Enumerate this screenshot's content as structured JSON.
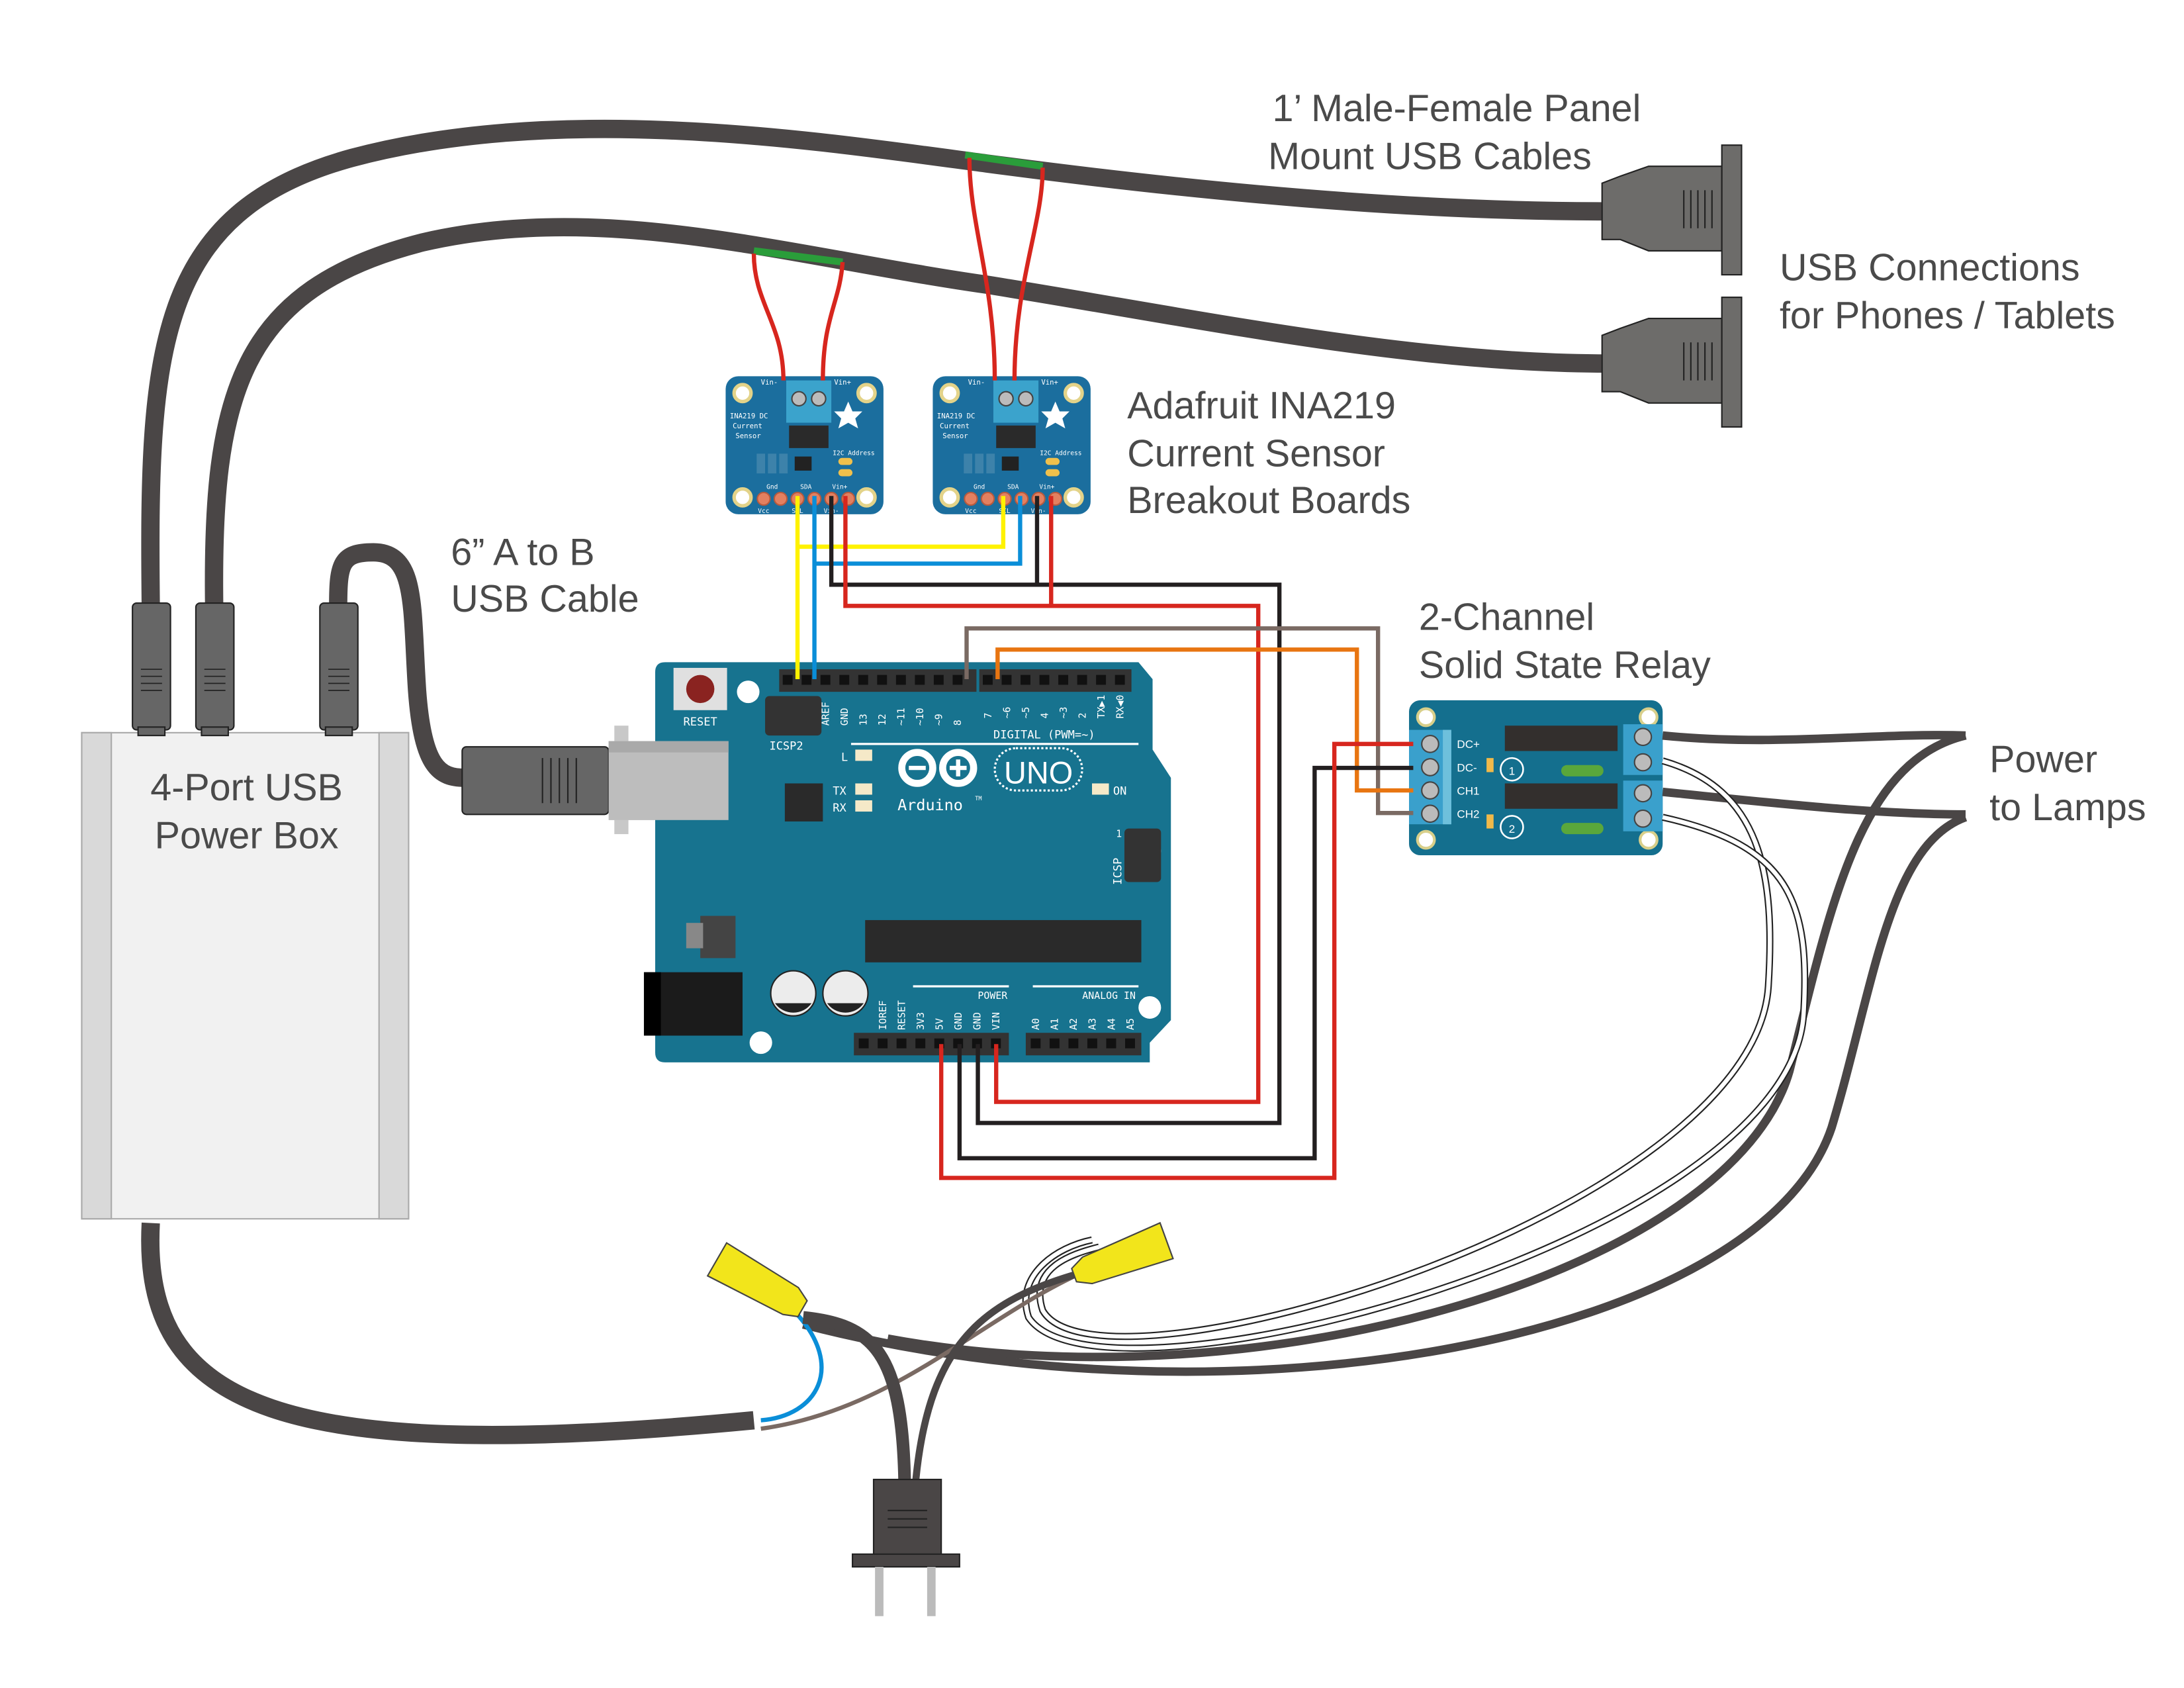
{
  "labels": {
    "panel_cables": [
      "1’ Male-Female Panel",
      "Mount USB Cables"
    ],
    "usb_connections": [
      "USB Connections",
      "for Phones / Tablets"
    ],
    "sensor_boards": [
      "Adafruit INA219",
      "Current Sensor",
      "Breakout Boards"
    ],
    "usb_ab_cable": [
      "6” A to B",
      "USB Cable"
    ],
    "relay": [
      "2-Channel",
      "Solid State Relay"
    ],
    "lamps": [
      "Power",
      "to Lamps"
    ],
    "power_box": [
      "4-Port USB",
      "Power Box"
    ]
  },
  "arduino": {
    "reset": "RESET",
    "icsp2": "ICSP2",
    "icsp": "ICSP",
    "digital": "DIGITAL (PWM=~)",
    "uno": "UNO",
    "brand": "Arduino",
    "tm": "TM",
    "led_l": "L",
    "led_tx": "TX",
    "led_rx": "RX",
    "led_on": "ON",
    "icsp_pin1": "1",
    "power": "POWER",
    "analog_in": "ANALOG IN",
    "digital_pins_a": [
      "",
      "",
      "AREF",
      "GND",
      "13",
      "12",
      "~11",
      "~10",
      "~9",
      "8"
    ],
    "digital_pins_b": [
      "7",
      "~6",
      "~5",
      "4",
      "~3",
      "2",
      "TX▶1",
      "RX◀0"
    ],
    "power_pins": [
      "",
      "IOREF",
      "RESET",
      "3V3",
      "5V",
      "GND",
      "GND",
      "VIN"
    ],
    "analog_pins": [
      "A0",
      "A1",
      "A2",
      "A3",
      "A4",
      "A5"
    ]
  },
  "ina219": {
    "title": [
      "INA219 DC",
      "Current",
      "Sensor"
    ],
    "vin_minus": "Vin-",
    "vin_plus": "Vin+",
    "i2c": "I2C Address",
    "pins_top": [
      "Gnd",
      "SDA",
      "Vin+"
    ],
    "pins_bottom": [
      "Vcc",
      "SCL",
      "Vin-"
    ]
  },
  "relay_board": {
    "inputs": [
      "DC+",
      "DC-",
      "CH1",
      "CH2"
    ],
    "channels": [
      "1",
      "2"
    ]
  },
  "colors": {
    "cable": "#4a4646",
    "arduino": "#17738f",
    "ina219": "#1b6e9e",
    "relay": "#146f8e",
    "wire_red": "#d7261e",
    "wire_black": "#231f20",
    "wire_yellow": "#fff200",
    "wire_blue": "#0a8ed8",
    "wire_brown": "#7a6a63",
    "wire_orange": "#e87511",
    "wire_nut": "#f2e51b"
  }
}
